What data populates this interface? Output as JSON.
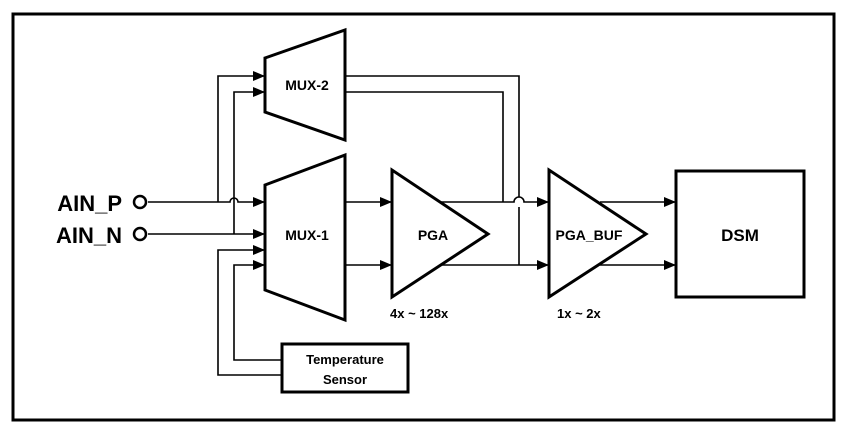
{
  "inputs": {
    "ain_p": "AIN_P",
    "ain_n": "AIN_N"
  },
  "blocks": {
    "mux2": "MUX-2",
    "mux1": "MUX-1",
    "pga": "PGA",
    "pga_buf": "PGA_BUF",
    "dsm": "DSM",
    "temp_line1": "Temperature",
    "temp_line2": "Sensor"
  },
  "gains": {
    "pga": "4x ~ 128x",
    "pga_buf": "1x ~ 2x"
  },
  "colors": {
    "stroke": "#000000",
    "background": "#ffffff"
  }
}
